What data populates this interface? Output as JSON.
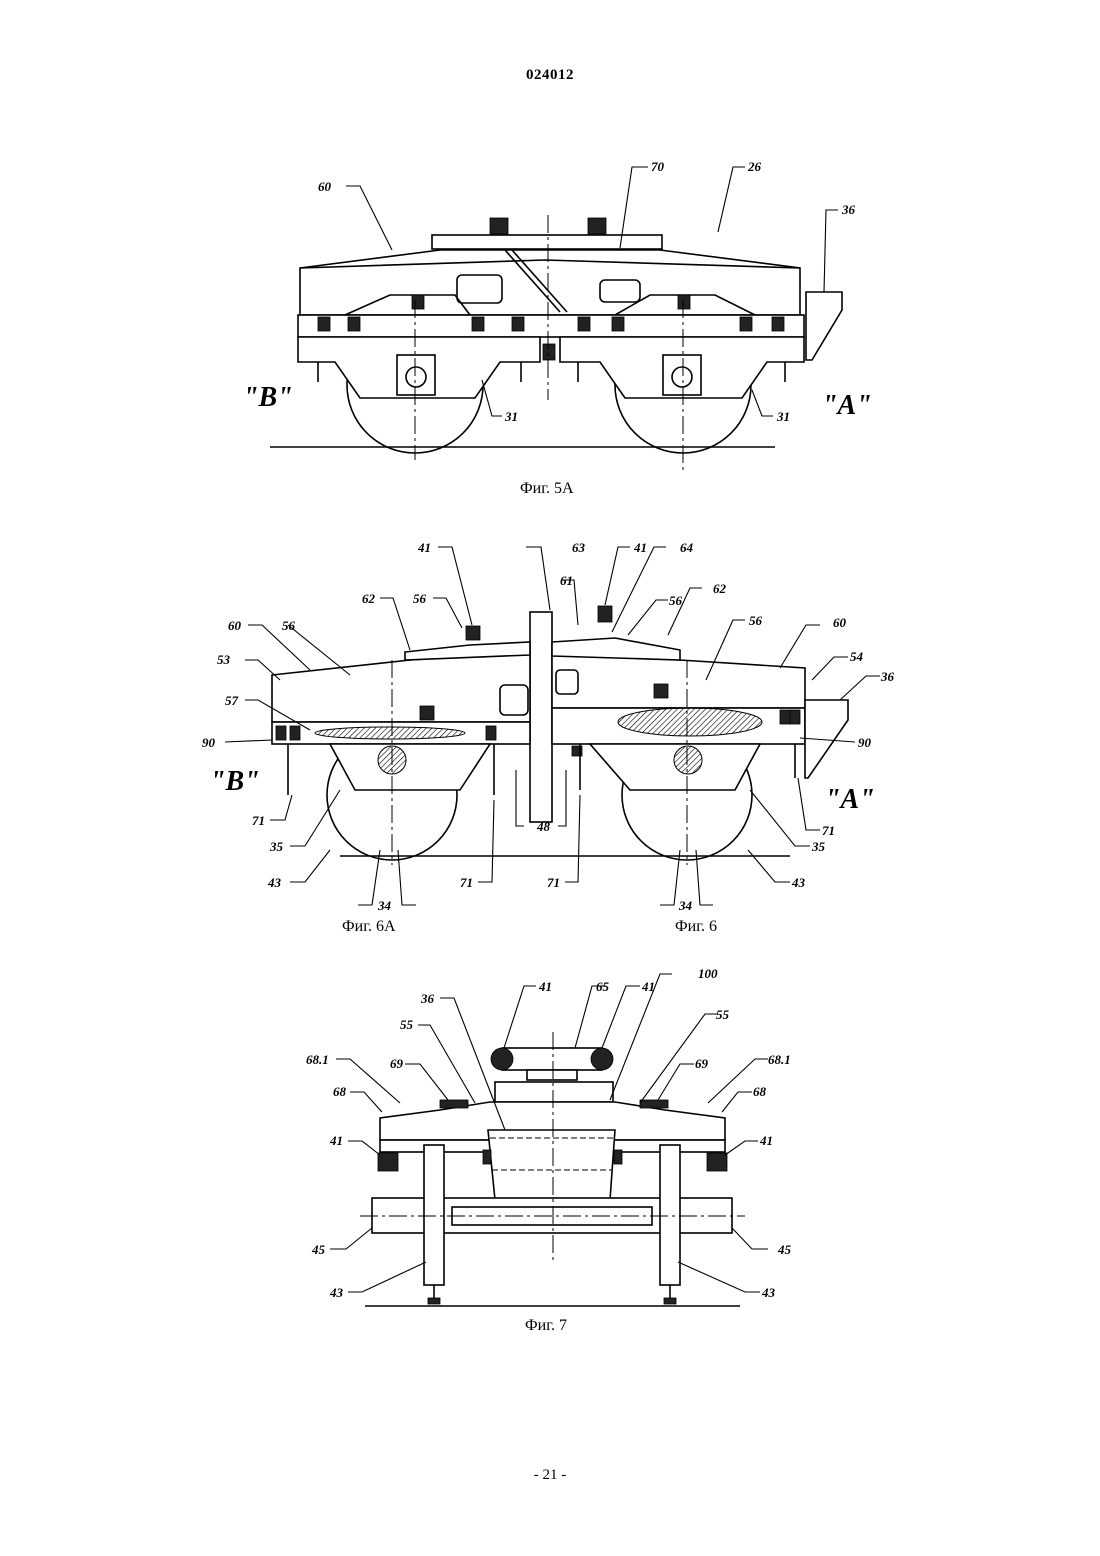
{
  "header": {
    "doc_number": "024012"
  },
  "footer": {
    "page_number": "- 21 -"
  },
  "figures": {
    "fig5a": {
      "caption": "Фиг. 5А",
      "side_left": "\"В\"",
      "side_right": "\"А\"",
      "labels": {
        "l60": "60",
        "l70": "70",
        "l26": "26",
        "l36": "36",
        "l31a": "31",
        "l31b": "31"
      }
    },
    "fig6": {
      "caption_left": "Фиг. 6А",
      "caption_right": "Фиг. 6",
      "side_left": "\"В\"",
      "side_right": "\"А\"",
      "labels": {
        "l41a": "41",
        "l63": "63",
        "l41b": "41",
        "l64": "64",
        "l61": "61",
        "l62a": "62",
        "l56a": "56",
        "l56b": "56",
        "l62b": "62",
        "l56c": "56",
        "l60a": "60",
        "l60b": "60",
        "l53": "53",
        "l54": "54",
        "l36": "36",
        "l56d": "56",
        "l57": "57",
        "l90a": "90",
        "l90b": "90",
        "l71a": "71",
        "l71b": "71",
        "l71c": "71",
        "l71d": "71",
        "l35a": "35",
        "l35b": "35",
        "l43a": "43",
        "l43b": "43",
        "l48": "48",
        "l34a": "34",
        "l34b": "34"
      }
    },
    "fig7": {
      "caption": "Фиг. 7",
      "labels": {
        "l36": "36",
        "l41a": "41",
        "l65": "65",
        "l41b": "41",
        "l100": "100",
        "l55a": "55",
        "l55b": "55",
        "l681a": "68.1",
        "l681b": "68.1",
        "l69a": "69",
        "l69b": "69",
        "l68a": "68",
        "l68b": "68",
        "l41c": "41",
        "l41d": "41",
        "l45a": "45",
        "l45b": "45",
        "l43a": "43",
        "l43b": "43"
      }
    }
  }
}
